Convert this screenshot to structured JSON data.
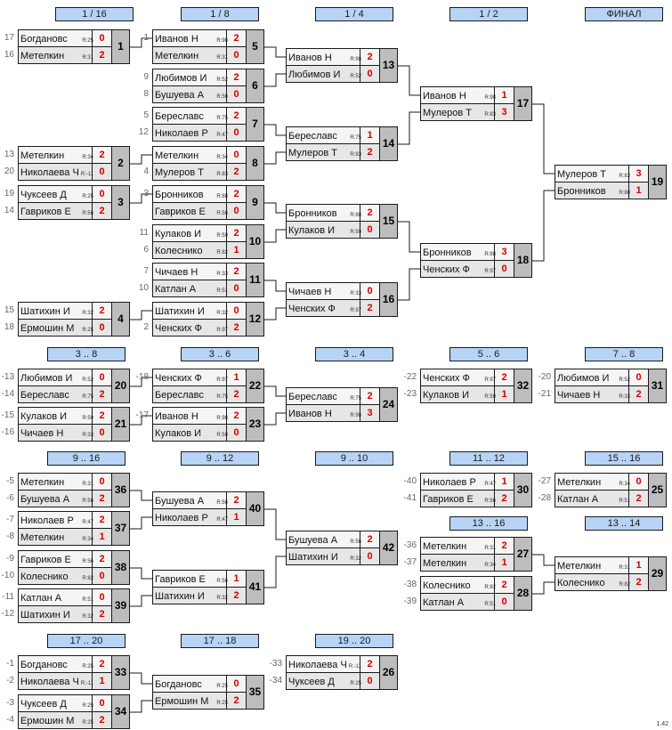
{
  "rounds": [
    {
      "id": "h1",
      "label": "1 / 16"
    },
    {
      "id": "h2",
      "label": "1 / 8"
    },
    {
      "id": "h3",
      "label": "1 / 4"
    },
    {
      "id": "h4",
      "label": "1 / 2"
    },
    {
      "id": "h5",
      "label": "ФИНАЛ"
    },
    {
      "id": "h6",
      "label": "3 .. 8"
    },
    {
      "id": "h7",
      "label": "3 .. 6"
    },
    {
      "id": "h8",
      "label": "3 .. 4"
    },
    {
      "id": "h9",
      "label": "5 .. 6"
    },
    {
      "id": "h10",
      "label": "7 .. 8"
    },
    {
      "id": "h11",
      "label": "9 .. 16"
    },
    {
      "id": "h12",
      "label": "9 .. 12"
    },
    {
      "id": "h13",
      "label": "9 .. 10"
    },
    {
      "id": "h14",
      "label": "11 .. 12"
    },
    {
      "id": "h15",
      "label": "15 .. 16"
    },
    {
      "id": "h16",
      "label": "13 .. 16"
    },
    {
      "id": "h17",
      "label": "13 .. 14"
    },
    {
      "id": "h18",
      "label": "17 .. 20"
    },
    {
      "id": "h19",
      "label": "17 .. 18"
    },
    {
      "id": "h20",
      "label": "19 .. 20"
    }
  ],
  "matches": [
    {
      "num": "1",
      "p1": {
        "name": "Богдановс",
        "rating": "R:25",
        "score": "0",
        "seed": "17"
      },
      "p2": {
        "name": "Метелкин",
        "rating": "R:31",
        "score": "2",
        "seed": "16"
      }
    },
    {
      "num": "2",
      "p1": {
        "name": "Метелкин",
        "rating": "R:34",
        "score": "2",
        "seed": "13"
      },
      "p2": {
        "name": "Николаева Ч",
        "rating": "R:-11",
        "score": "0",
        "seed": "20"
      }
    },
    {
      "num": "3",
      "p1": {
        "name": "Чуксеев Д",
        "rating": "R:25",
        "score": "0",
        "seed": "19"
      },
      "p2": {
        "name": "Гавриков Е",
        "rating": "R:56",
        "score": "2",
        "seed": "14"
      }
    },
    {
      "num": "4",
      "p1": {
        "name": "Шатихин И",
        "rating": "R:32",
        "score": "2",
        "seed": "15"
      },
      "p2": {
        "name": "Ермошин М",
        "rating": "R:25",
        "score": "0",
        "seed": "18"
      }
    },
    {
      "num": "5",
      "p1": {
        "name": "Иванов Н",
        "rating": "R:98",
        "score": "2",
        "seed": "1"
      },
      "p2": {
        "name": "Метелкин",
        "rating": "R:31",
        "score": "0",
        "seed": ""
      }
    },
    {
      "num": "6",
      "p1": {
        "name": "Любимов И",
        "rating": "R:52",
        "score": "2",
        "seed": "9"
      },
      "p2": {
        "name": "Бушуева А",
        "rating": "R:56",
        "score": "0",
        "seed": "8"
      }
    },
    {
      "num": "7",
      "p1": {
        "name": "Береславс",
        "rating": "R:75",
        "score": "2",
        "seed": "5"
      },
      "p2": {
        "name": "Николаев Р",
        "rating": "R:47",
        "score": "0",
        "seed": "12"
      }
    },
    {
      "num": "8",
      "p1": {
        "name": "Метелкин",
        "rating": "R:34",
        "score": "0",
        "seed": ""
      },
      "p2": {
        "name": "Мулеров Т",
        "rating": "R:83",
        "score": "2",
        "seed": "4"
      }
    },
    {
      "num": "9",
      "p1": {
        "name": "Бронников",
        "rating": "R:88",
        "score": "2",
        "seed": "3"
      },
      "p2": {
        "name": "Гавриков Е",
        "rating": "R:56",
        "score": "0",
        "seed": ""
      }
    },
    {
      "num": "10",
      "p1": {
        "name": "Кулаков И",
        "rating": "R:50",
        "score": "2",
        "seed": "11"
      },
      "p2": {
        "name": "Колеснико",
        "rating": "R:82",
        "score": "1",
        "seed": "6"
      }
    },
    {
      "num": "11",
      "p1": {
        "name": "Чичаев Н",
        "rating": "R:33",
        "score": "2",
        "seed": "7"
      },
      "p2": {
        "name": "Катлан А",
        "rating": "R:51",
        "score": "0",
        "seed": "10"
      }
    },
    {
      "num": "12",
      "p1": {
        "name": "Шатихин И",
        "rating": "R:32",
        "score": "0",
        "seed": ""
      },
      "p2": {
        "name": "Ченских Ф",
        "rating": "R:97",
        "score": "2",
        "seed": "2"
      }
    },
    {
      "num": "13",
      "p1": {
        "name": "Иванов Н",
        "rating": "R:98",
        "score": "2",
        "seed": ""
      },
      "p2": {
        "name": "Любимов И",
        "rating": "R:52",
        "score": "0",
        "seed": ""
      }
    },
    {
      "num": "14",
      "p1": {
        "name": "Береславс",
        "rating": "R:75",
        "score": "1",
        "seed": ""
      },
      "p2": {
        "name": "Мулеров Т",
        "rating": "R:83",
        "score": "2",
        "seed": ""
      }
    },
    {
      "num": "15",
      "p1": {
        "name": "Бронников",
        "rating": "R:88",
        "score": "2",
        "seed": ""
      },
      "p2": {
        "name": "Кулаков И",
        "rating": "R:50",
        "score": "0",
        "seed": ""
      }
    },
    {
      "num": "16",
      "p1": {
        "name": "Чичаев Н",
        "rating": "R:33",
        "score": "0",
        "seed": ""
      },
      "p2": {
        "name": "Ченских Ф",
        "rating": "R:97",
        "score": "2",
        "seed": ""
      }
    },
    {
      "num": "17",
      "p1": {
        "name": "Иванов Н",
        "rating": "R:98",
        "score": "1",
        "seed": ""
      },
      "p2": {
        "name": "Мулеров Т",
        "rating": "R:83",
        "score": "3",
        "seed": ""
      }
    },
    {
      "num": "18",
      "p1": {
        "name": "Бронников",
        "rating": "R:88",
        "score": "3",
        "seed": ""
      },
      "p2": {
        "name": "Ченских Ф",
        "rating": "R:97",
        "score": "0",
        "seed": ""
      }
    },
    {
      "num": "19",
      "p1": {
        "name": "Мулеров Т",
        "rating": "R:83",
        "score": "3",
        "seed": ""
      },
      "p2": {
        "name": "Бронников",
        "rating": "R:88",
        "score": "1",
        "seed": ""
      }
    },
    {
      "num": "20",
      "p1": {
        "name": "Любимов И",
        "rating": "R:52",
        "score": "0",
        "seed": "-13"
      },
      "p2": {
        "name": "Береславс",
        "rating": "R:75",
        "score": "2",
        "seed": "-14"
      }
    },
    {
      "num": "21",
      "p1": {
        "name": "Кулаков И",
        "rating": "R:50",
        "score": "2",
        "seed": "-15"
      },
      "p2": {
        "name": "Чичаев Н",
        "rating": "R:33",
        "score": "0",
        "seed": "-16"
      }
    },
    {
      "num": "22",
      "p1": {
        "name": "Ченских Ф",
        "rating": "R:97",
        "score": "1",
        "seed": "-18"
      },
      "p2": {
        "name": "Береславс",
        "rating": "R:75",
        "score": "2",
        "seed": ""
      }
    },
    {
      "num": "23",
      "p1": {
        "name": "Иванов Н",
        "rating": "R:98",
        "score": "2",
        "seed": "-17"
      },
      "p2": {
        "name": "Кулаков И",
        "rating": "R:50",
        "score": "0",
        "seed": ""
      }
    },
    {
      "num": "24",
      "p1": {
        "name": "Береславс",
        "rating": "R:75",
        "score": "2",
        "seed": ""
      },
      "p2": {
        "name": "Иванов Н",
        "rating": "R:98",
        "score": "3",
        "seed": ""
      }
    },
    {
      "num": "32",
      "p1": {
        "name": "Ченских Ф",
        "rating": "R:97",
        "score": "2",
        "seed": "-22"
      },
      "p2": {
        "name": "Кулаков И",
        "rating": "R:50",
        "score": "1",
        "seed": "-23"
      }
    },
    {
      "num": "31",
      "p1": {
        "name": "Любимов И",
        "rating": "R:52",
        "score": "0",
        "seed": "-20"
      },
      "p2": {
        "name": "Чичаев Н",
        "rating": "R:33",
        "score": "2",
        "seed": "-21"
      }
    },
    {
      "num": "36",
      "p1": {
        "name": "Метелкин",
        "rating": "R:31",
        "score": "0",
        "seed": "-5"
      },
      "p2": {
        "name": "Бушуева А",
        "rating": "R:56",
        "score": "2",
        "seed": "-6"
      }
    },
    {
      "num": "37",
      "p1": {
        "name": "Николаев Р",
        "rating": "R:47",
        "score": "2",
        "seed": "-7"
      },
      "p2": {
        "name": "Метелкин",
        "rating": "R:34",
        "score": "1",
        "seed": "-8"
      }
    },
    {
      "num": "38",
      "p1": {
        "name": "Гавриков Е",
        "rating": "R:56",
        "score": "2",
        "seed": "-9"
      },
      "p2": {
        "name": "Колеснико",
        "rating": "R:82",
        "score": "0",
        "seed": "-10"
      }
    },
    {
      "num": "39",
      "p1": {
        "name": "Катлан А",
        "rating": "R:51",
        "score": "0",
        "seed": "-11"
      },
      "p2": {
        "name": "Шатихин И",
        "rating": "R:32",
        "score": "2",
        "seed": "-12"
      }
    },
    {
      "num": "40",
      "p1": {
        "name": "Бушуева А",
        "rating": "R:56",
        "score": "2",
        "seed": ""
      },
      "p2": {
        "name": "Николаев Р",
        "rating": "R:47",
        "score": "1",
        "seed": ""
      }
    },
    {
      "num": "41",
      "p1": {
        "name": "Гавриков Е",
        "rating": "R:56",
        "score": "1",
        "seed": ""
      },
      "p2": {
        "name": "Шатихин И",
        "rating": "R:32",
        "score": "2",
        "seed": ""
      }
    },
    {
      "num": "42",
      "p1": {
        "name": "Бушуева А",
        "rating": "R:56",
        "score": "2",
        "seed": ""
      },
      "p2": {
        "name": "Шатихин И",
        "rating": "R:32",
        "score": "0",
        "seed": ""
      }
    },
    {
      "num": "30",
      "p1": {
        "name": "Николаев Р",
        "rating": "R:47",
        "score": "1",
        "seed": "-40"
      },
      "p2": {
        "name": "Гавриков Е",
        "rating": "R:56",
        "score": "2",
        "seed": "-41"
      }
    },
    {
      "num": "25",
      "p1": {
        "name": "Метелкин",
        "rating": "R:34",
        "score": "0",
        "seed": "-27"
      },
      "p2": {
        "name": "Катлан А",
        "rating": "R:51",
        "score": "2",
        "seed": "-28"
      }
    },
    {
      "num": "27",
      "p1": {
        "name": "Метелкин",
        "rating": "R:31",
        "score": "2",
        "seed": "-36"
      },
      "p2": {
        "name": "Метелкин",
        "rating": "R:34",
        "score": "1",
        "seed": "-37"
      }
    },
    {
      "num": "28",
      "p1": {
        "name": "Колеснико",
        "rating": "R:82",
        "score": "2",
        "seed": "-38"
      },
      "p2": {
        "name": "Катлан А",
        "rating": "R:51",
        "score": "0",
        "seed": "-39"
      }
    },
    {
      "num": "29",
      "p1": {
        "name": "Метелкин",
        "rating": "R:31",
        "score": "1",
        "seed": ""
      },
      "p2": {
        "name": "Колеснико",
        "rating": "R:82",
        "score": "2",
        "seed": ""
      }
    },
    {
      "num": "33",
      "p1": {
        "name": "Богдановс",
        "rating": "R:25",
        "score": "2",
        "seed": "-1"
      },
      "p2": {
        "name": "Николаева Ч",
        "rating": "R:-11",
        "score": "1",
        "seed": "-2"
      }
    },
    {
      "num": "34",
      "p1": {
        "name": "Чуксеев Д",
        "rating": "R:25",
        "score": "0",
        "seed": "-3"
      },
      "p2": {
        "name": "Ермошин М",
        "rating": "R:25",
        "score": "2",
        "seed": "-4"
      }
    },
    {
      "num": "35",
      "p1": {
        "name": "Богдановс",
        "rating": "R:25",
        "score": "0",
        "seed": ""
      },
      "p2": {
        "name": "Ермошин М",
        "rating": "R:25",
        "score": "2",
        "seed": ""
      }
    },
    {
      "num": "26",
      "p1": {
        "name": "Николаева Ч",
        "rating": "R:-11",
        "score": "2",
        "seed": "-33"
      },
      "p2": {
        "name": "Чуксеев Д",
        "rating": "R:25",
        "score": "0",
        "seed": "-34"
      }
    }
  ],
  "version": "1.42"
}
